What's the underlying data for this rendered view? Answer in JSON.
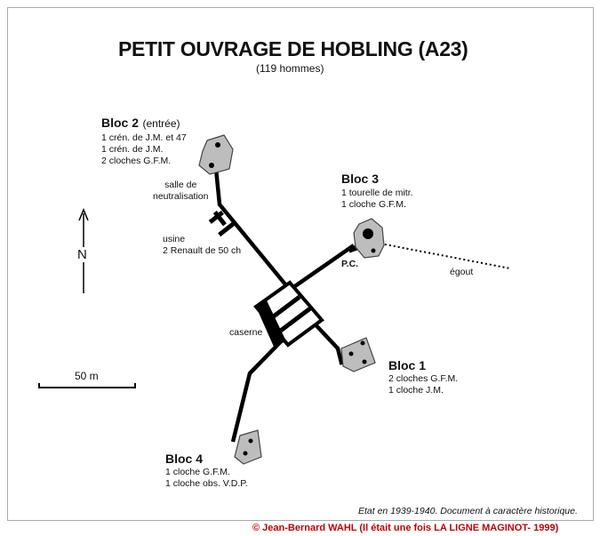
{
  "title": "PETIT OUVRAGE DE HOBLING (A23)",
  "subtitle": "(119 hommes)",
  "bloc2": {
    "name": "Bloc 2",
    "note": "(entrée)",
    "lines": [
      "1 crén. de J.M. et 47",
      "1 crén. de J.M.",
      "2 cloches G.F.M."
    ]
  },
  "bloc3": {
    "name": "Bloc 3",
    "lines": [
      "1 tourelle de mitr.",
      "1 cloche G.F.M."
    ]
  },
  "bloc1": {
    "name": "Bloc 1",
    "lines": [
      "2 cloches G.F.M.",
      "1 cloche J.M."
    ]
  },
  "bloc4": {
    "name": "Bloc 4",
    "lines": [
      "1 cloche G.F.M.",
      "1 cloche obs. V.D.P."
    ]
  },
  "labels": {
    "salle": [
      "salle de",
      "neutralisation"
    ],
    "usine": [
      "usine",
      "2 Renault de 50 ch"
    ],
    "caserne": "caserne",
    "pc": "P.C.",
    "egout": "égout"
  },
  "compass": "N",
  "scale": "50 m",
  "footnote": "Etat en 1939-1940. Document à caractère historique.",
  "copyright": "© Jean-Bernard WAHL (Il était une fois LA LIGNE MAGINOT- 1999)",
  "icons": [
    "north-arrow-icon",
    "scale-bar-icon"
  ]
}
